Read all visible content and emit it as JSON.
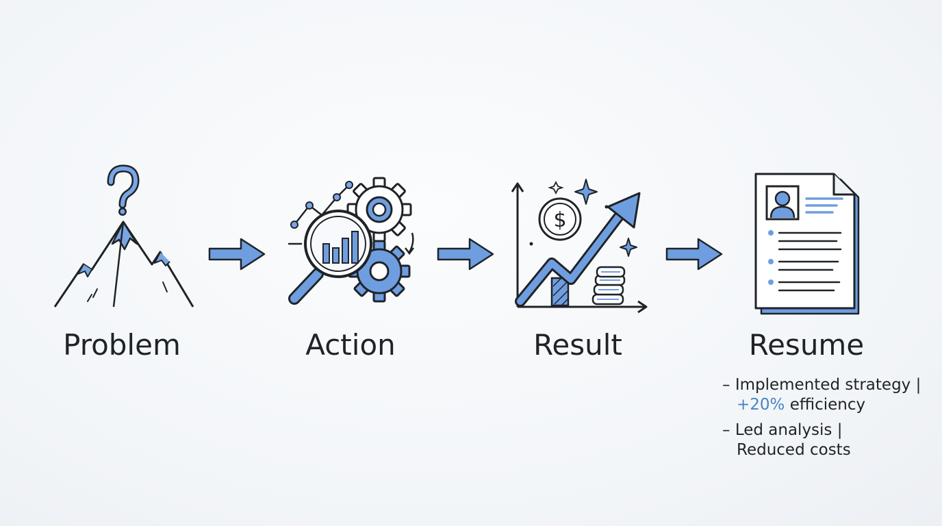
{
  "colors": {
    "accent": "#6f9ee0",
    "accent_dark": "#3d6fb8",
    "ink": "#1f2328"
  },
  "steps": [
    {
      "label": "Problem",
      "icon": "mountain-question-icon"
    },
    {
      "label": "Action",
      "icon": "magnifier-gears-icon"
    },
    {
      "label": "Result",
      "icon": "growth-chart-icon"
    },
    {
      "label": "Resume",
      "icon": "resume-document-icon"
    }
  ],
  "connectors": [
    "arrow-right-icon",
    "arrow-right-icon",
    "arrow-right-icon"
  ],
  "resume_bullets": [
    {
      "dash": "–",
      "line1": "Implemented strategy |",
      "highlight": "+20%",
      "rest": " efficiency"
    },
    {
      "dash": "–",
      "line1": "Led analysis |",
      "line2": "Reduced costs"
    }
  ]
}
